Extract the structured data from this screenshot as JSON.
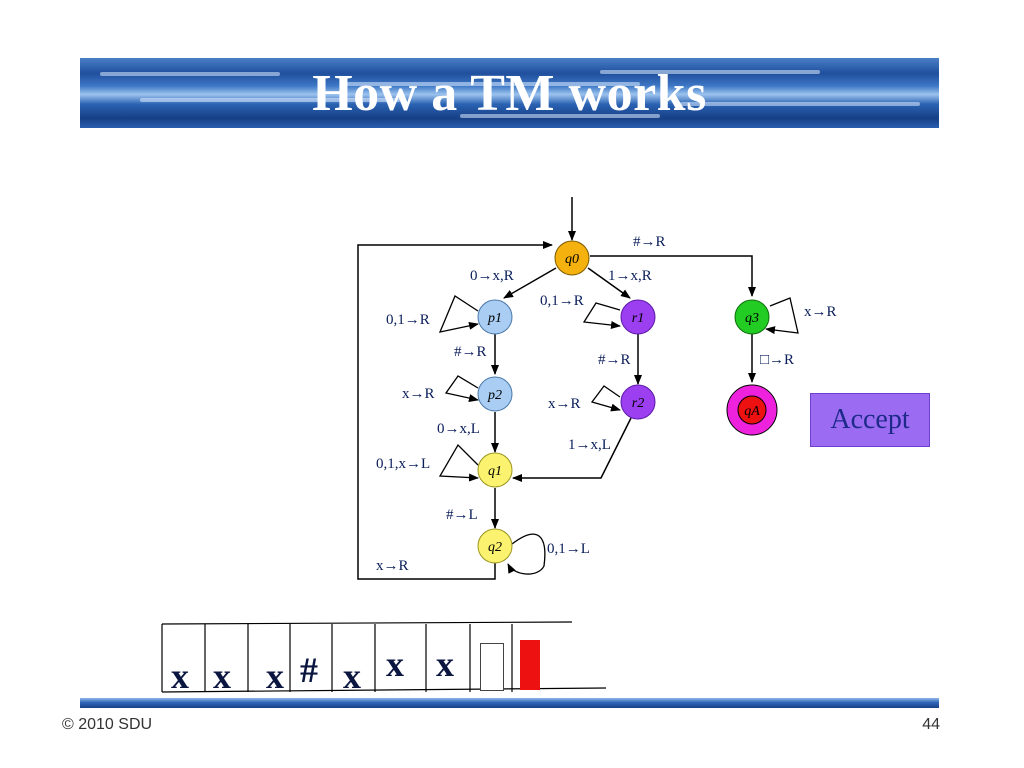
{
  "slide": {
    "title": "How a TM works",
    "footer_copyright": "© 2010 SDU",
    "page_number": "44"
  },
  "states": {
    "q0": "q0",
    "p1": "p1",
    "p2": "p2",
    "q1": "q1",
    "q2": "q2",
    "r1": "r1",
    "r2": "r2",
    "q3": "q3",
    "qA": "qA"
  },
  "transitions": {
    "q0_q3": "#→R",
    "q0_p1": "0→x,R",
    "q0_r1": "1→x,R",
    "p1_loop": "0,1→R",
    "r1_loop": "0,1→R",
    "q3_loop": "x→R",
    "p1_p2": "#→R",
    "r1_r2": "#→R",
    "q3_qA": "□→R",
    "p2_loop": "x→R",
    "r2_loop": "x→R",
    "p2_q1": "0→x,L",
    "r2_q1": "1→x,L",
    "q1_loop": "0,1,x→L",
    "q1_q2": "#→L",
    "q2_loop": "0,1→L",
    "q2_q0": "x→R"
  },
  "accept_label": "Accept",
  "tape": [
    "x",
    "x",
    "x",
    "#",
    "x",
    "x",
    "x"
  ],
  "colors": {
    "q0": "#f5b10e",
    "p": "#a9cdf3",
    "r": "#9b3ff0",
    "q": "#fbf36f",
    "q3": "#22cc22",
    "qA_outer": "#ee22dd",
    "qA_inner": "#ee1111",
    "accept": "#9b6cf2",
    "head": "#ee1111"
  }
}
